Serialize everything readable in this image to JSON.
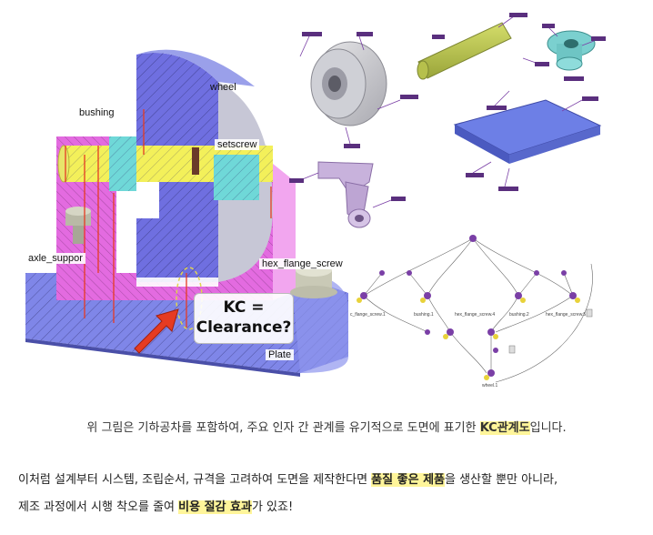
{
  "figure": {
    "labels": {
      "wheel": "wheel",
      "bushing": "bushing",
      "setscrew": "setscrew",
      "axle_support": "axle_suppor",
      "hex_flange_screw": "hex_flange_screw",
      "plate": "Plate"
    },
    "callout": {
      "line1": "KC =",
      "line2": "Clearance?"
    },
    "network_nodes": [
      "c_flange_screw.1",
      "bushing.1",
      "hex_flange_screw.4",
      "bushing.2",
      "hex_flange_screw.5",
      "wheel.1"
    ]
  },
  "caption": {
    "before": "위 그림은 기하공차를 포함하여, 주요 인자 간 관계를 유기적으로 도면에 표기한 ",
    "highlight": "KC관계도",
    "after": "입니다."
  },
  "paragraph": {
    "line1_before": "이처럼 설계부터 시스템, 조립순서, 규격을 고려하여 도면을 제작한다면 ",
    "line1_highlight": "품질 좋은 제품",
    "line1_after": "을 생산할 뿐만 아니라,",
    "line2_before": "제조 과정에서 시행 착오를 줄여 ",
    "line2_highlight": "비용 절감 효과",
    "line2_after": "가 있죠!"
  },
  "colors": {
    "highlight": "#fff59a",
    "wheel_blue": "#6f6fe0",
    "support_magenta": "#e36be0",
    "axle_yellow": "#f3f05a",
    "bushing_cyan": "#6fd8d8",
    "plate_blue": "#7f86e8",
    "arrow_red": "#e63b22"
  }
}
